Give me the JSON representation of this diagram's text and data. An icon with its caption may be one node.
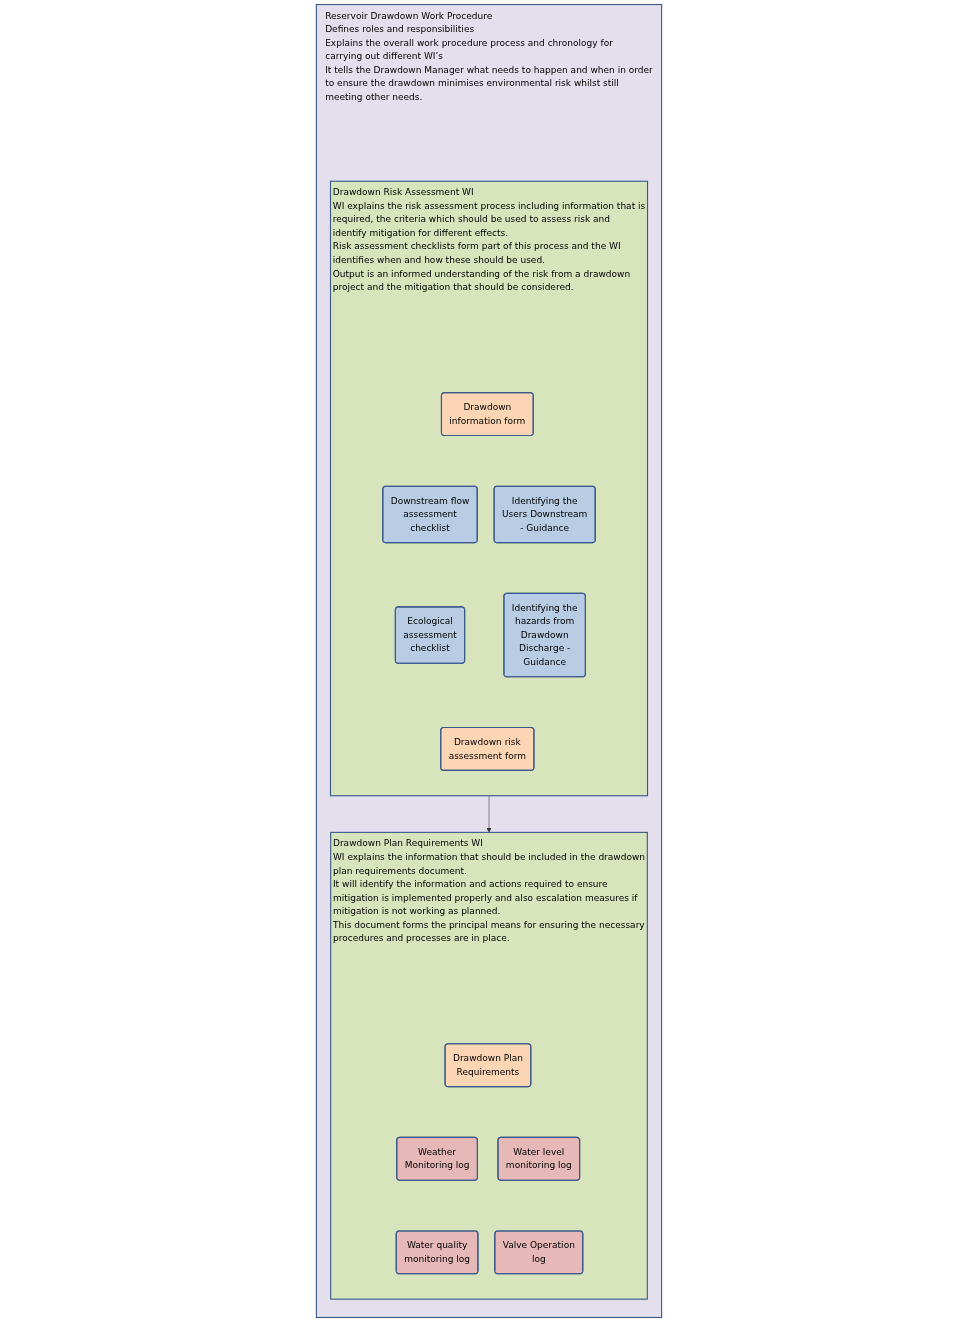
{
  "diagram": {
    "nodes": [
      {
        "text": [
          "Reservoir Drawdown Work Procedure",
          "Defines roles and responsibilities",
          "Explains the overall work procedure process and chronology for carrying out different WI’s",
          "It tells the Drawdown Manager what needs to happen and when in order to ensure the drawdown minimises environmental risk whilst still meeting other needs."
        ]
      },
      {
        "text": [
          "Drawdown Risk Assessment WI",
          "WI explains the risk assessment process including information that is required, the criteria which should be used to assess risk and identify mitigation for different effects.",
          "Risk assessment checklists form part of this process and the WI identifies when and how these should be used.",
          "Output is an informed understanding of the risk from a drawdown project and the mitigation that should be considered."
        ],
        "in": 0
      },
      {
        "text": [
          "Drawdown information form"
        ],
        "in": 1
      },
      {
        "text": [
          "Downstream flow assessment checklist"
        ],
        "in": 1
      },
      {
        "text": [
          "Identifying the Users Downstream - Guidance"
        ],
        "in": 1
      },
      {
        "text": [
          "Ecological assessment checklist"
        ],
        "in": 1
      },
      {
        "text": [
          "Identifying the hazards from Drawdown Discharge - Guidance"
        ],
        "in": 1
      },
      {
        "text": [
          "Drawdown risk assessment form"
        ],
        "in": 1
      },
      {
        "text": [
          "Drawdown Plan Requirements WI",
          "WI explains the information that should be included in the drawdown plan requirements document.",
          "It will identify the information and actions required to ensure mitigation is implemented properly and also escalation measures if mitigation is not working as planned.",
          "This document forms the principal means for ensuring the necessary procedures and processes are in place."
        ],
        "in": 0
      },
      {
        "text": [
          "Drawdown Plan Requirements"
        ],
        "in": 8
      },
      {
        "text": [
          "Weather Monitoring log"
        ],
        "in": 8
      },
      {
        "text": [
          "Water level monitoring log"
        ],
        "in": 8
      },
      {
        "text": [
          "Water quality monitoring log"
        ],
        "in": 8
      },
      {
        "text": [
          "Valve Operation log"
        ],
        "in": 8
      }
    ],
    "edges": [
      {
        "from": 1,
        "to": 8,
        "arrow": "to"
      }
    ]
  }
}
